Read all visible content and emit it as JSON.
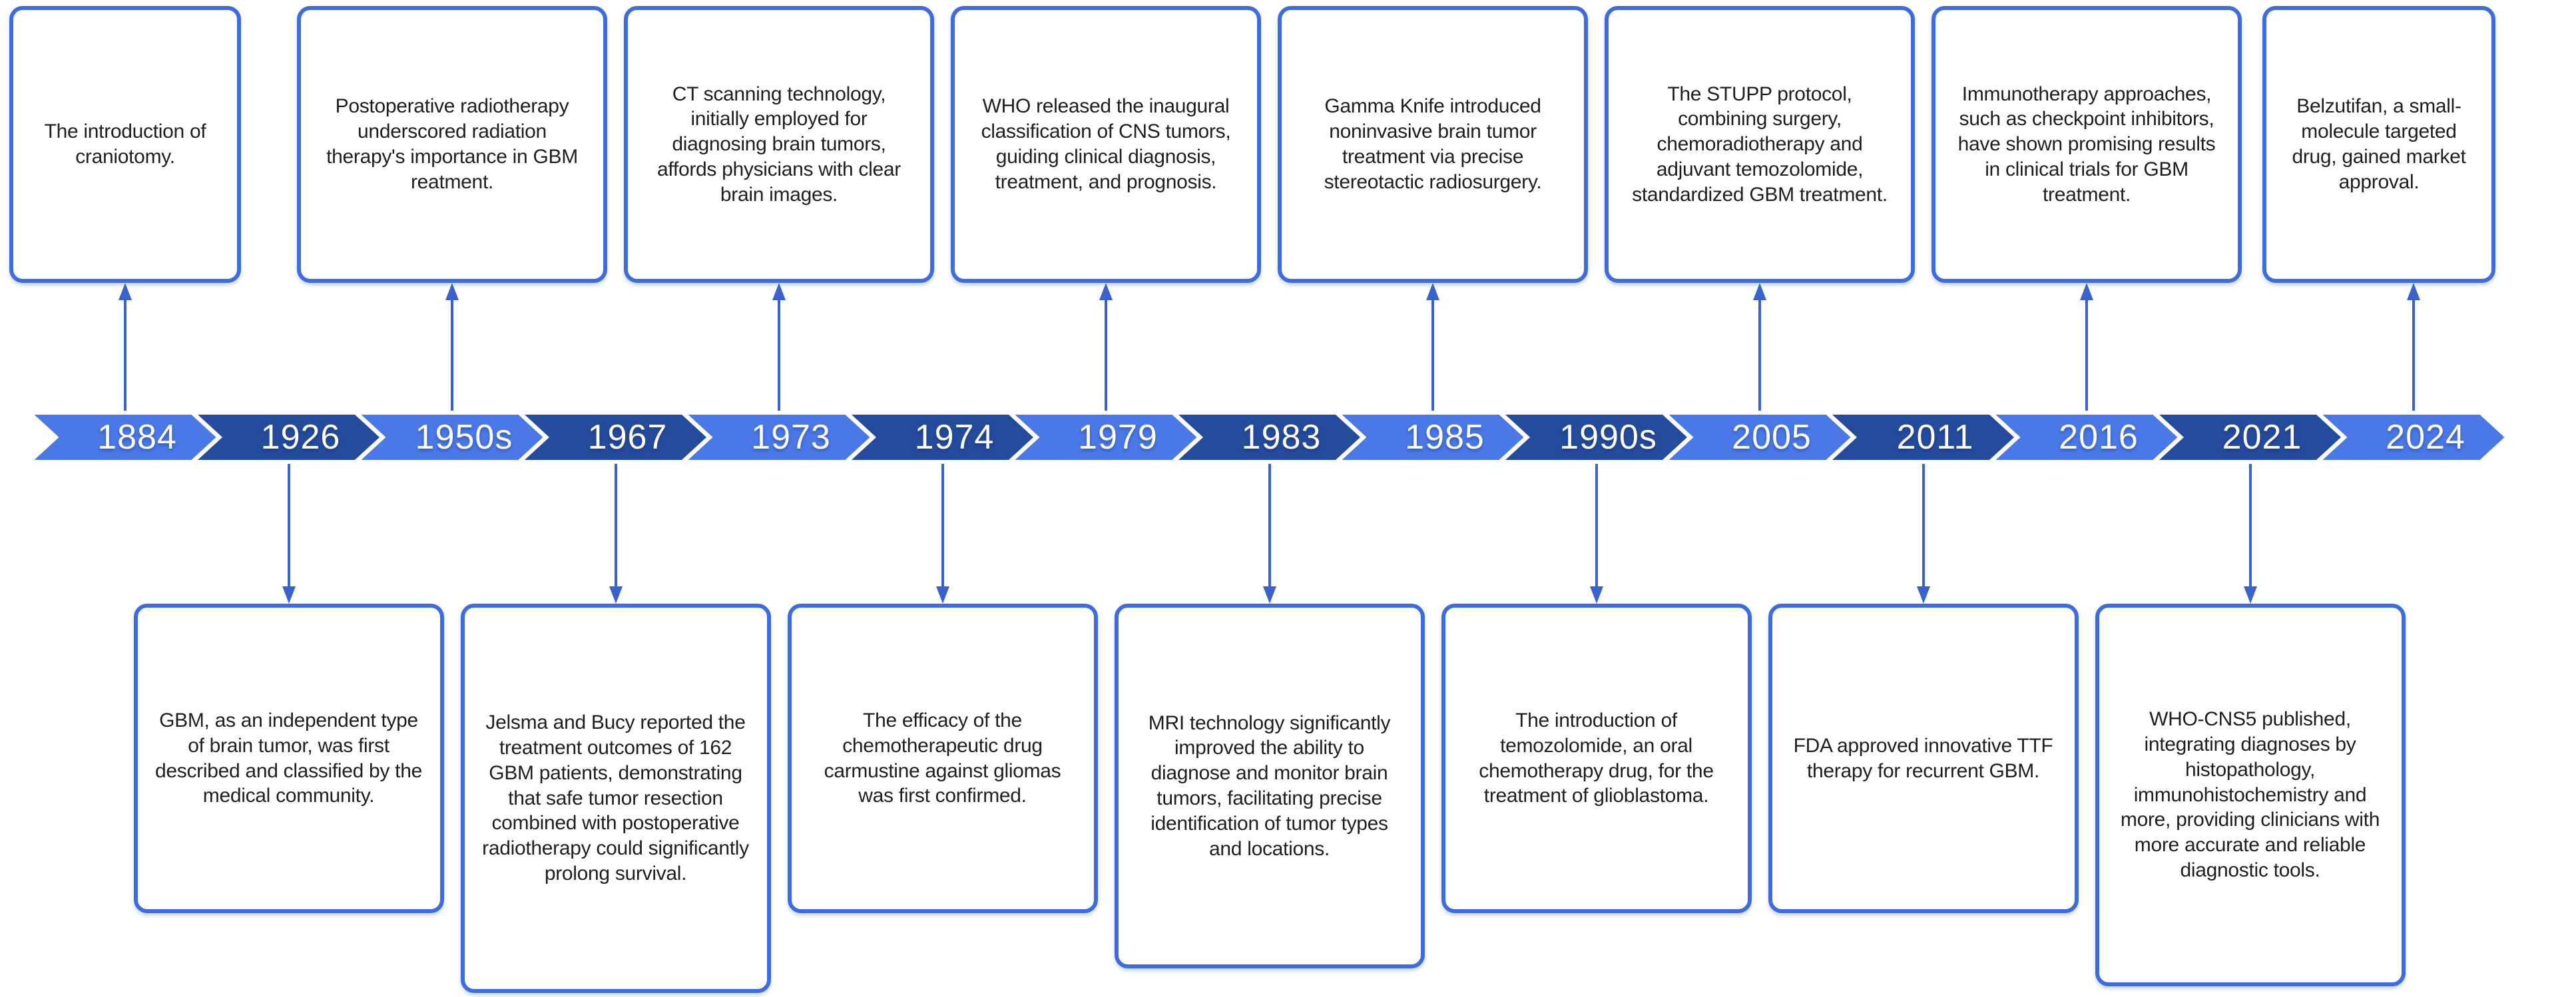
{
  "timeline": {
    "events": [
      {
        "year": "1884",
        "position": "above",
        "text": "The introduction of craniotomy."
      },
      {
        "year": "1926",
        "position": "below",
        "text": "GBM, as an independent type of brain tumor, was first described and classified by the medical community."
      },
      {
        "year": "1950s",
        "position": "above",
        "text": "Postoperative radiotherapy underscored radiation therapy's importance in GBM reatment."
      },
      {
        "year": "1967",
        "position": "below",
        "text": "Jelsma and Bucy reported the treatment outcomes of 162 GBM patients, demonstrating that safe tumor resection combined with postoperative radiotherapy could significantly prolong survival."
      },
      {
        "year": "1973",
        "position": "above",
        "text": "CT scanning technology, initially employed for diagnosing brain tumors, affords physicians with clear brain images."
      },
      {
        "year": "1974",
        "position": "below",
        "text": "The efficacy of the chemotherapeutic drug carmustine against gliomas was first confirmed."
      },
      {
        "year": "1979",
        "position": "above",
        "text": "WHO released the inaugural classification of CNS tumors, guiding clinical diagnosis, treatment, and prognosis."
      },
      {
        "year": "1983",
        "position": "below",
        "text": "MRI technology significantly improved the ability to diagnose and monitor brain tumors, facilitating precise identification of tumor types and locations."
      },
      {
        "year": "1985",
        "position": "above",
        "text": "Gamma Knife introduced noninvasive brain tumor treatment via precise stereotactic radiosurgery."
      },
      {
        "year": "1990s",
        "position": "below",
        "text": "The introduction of temozolomide, an oral chemotherapy drug, for the treatment of glioblastoma."
      },
      {
        "year": "2005",
        "position": "above",
        "text": "The STUPP protocol, combining surgery, chemoradiotherapy and adjuvant temozolomide, standardized GBM treatment."
      },
      {
        "year": "2011",
        "position": "below",
        "text": "FDA approved innovative TTF therapy for recurrent GBM."
      },
      {
        "year": "2016",
        "position": "above",
        "text": "Immunotherapy approaches, such as checkpoint inhibitors, have shown promising results in clinical trials for GBM treatment."
      },
      {
        "year": "2021",
        "position": "below",
        "text": "WHO-CNS5 published, integrating diagnoses by histopathology, immunohistochemistry and more, providing clinicians with more accurate and reliable diagnostic tools."
      },
      {
        "year": "2024",
        "position": "above",
        "text": "Belzutifan, a small-molecule targeted drug, gained market approval."
      }
    ]
  },
  "colors": {
    "chevron_light": "#4a78e6",
    "chevron_dark": "#254b9c",
    "box_border": "#3d6be0",
    "connector": "#3a62cc",
    "year_text": "#ffffff",
    "event_text": "#1e1e1e",
    "background": "#ffffff"
  }
}
